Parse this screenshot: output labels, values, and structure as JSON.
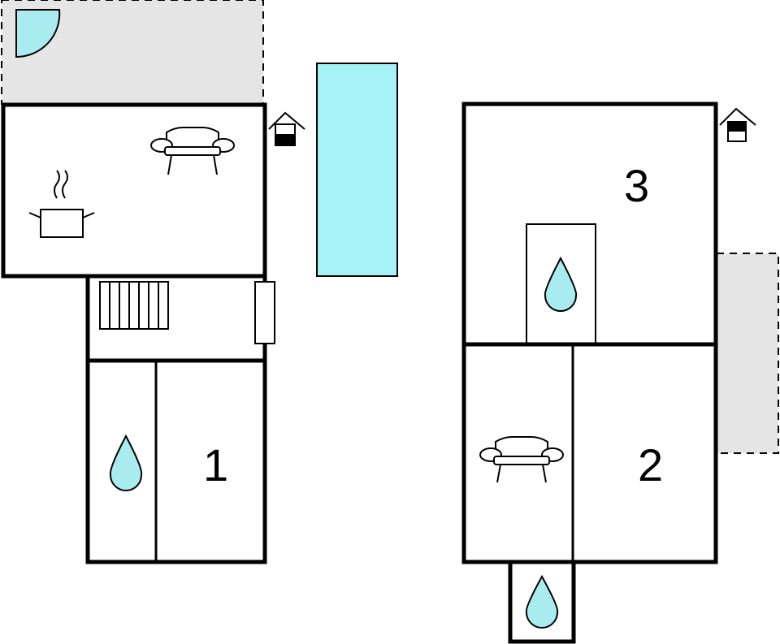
{
  "rooms": [
    {
      "number": "1"
    },
    {
      "number": "2"
    },
    {
      "number": "3"
    }
  ],
  "colors": {
    "water": "#a8ecf0",
    "pool": "#a6f3f7",
    "terrace": "#e5e5e5",
    "wall": "#000000"
  },
  "icons": [
    "door-icon",
    "sofa-icon",
    "kitchen-pot-icon",
    "entrance-icon",
    "pool",
    "stairs",
    "water-drop-icon"
  ]
}
